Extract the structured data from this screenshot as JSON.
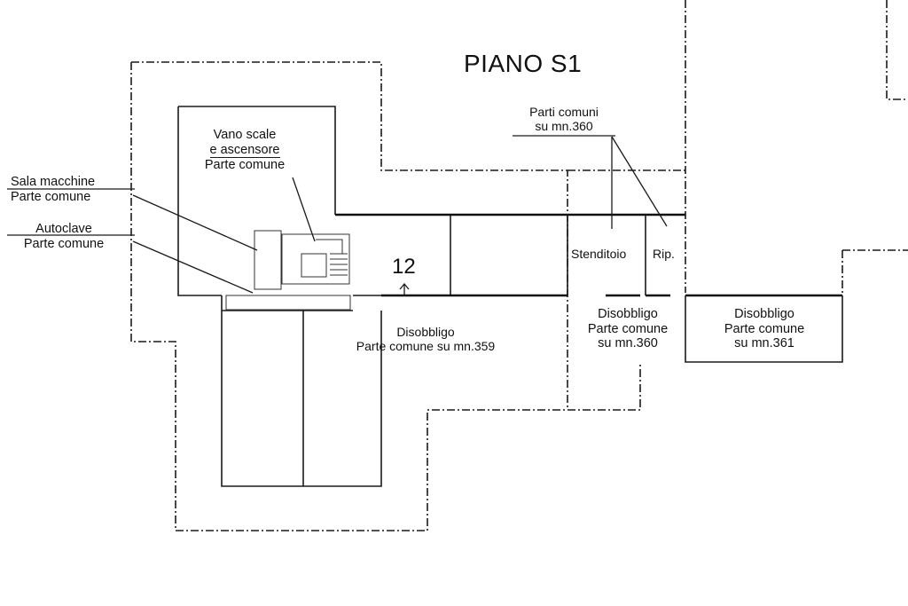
{
  "title": "PIANO S1",
  "labels": {
    "parti_comuni": [
      "Parti comuni",
      "su mn.360"
    ],
    "vano_scale": [
      "Vano scale",
      "e ascensore",
      "Parte comune"
    ],
    "sala_macchine": [
      "Sala macchine",
      "Parte comune"
    ],
    "autoclave": [
      "Autoclave",
      "Parte comune"
    ],
    "unit_number": "12",
    "stenditoio": "Stenditoio",
    "rip": "Rip.",
    "disobbligo_359": [
      "Disobbligo",
      "Parte comune su mn.359"
    ],
    "disobbligo_360": [
      "Disobbligo",
      "Parte comune",
      "su mn.360"
    ],
    "disobbligo_361": [
      "Disobbligo",
      "Parte comune",
      "su mn.361"
    ]
  }
}
